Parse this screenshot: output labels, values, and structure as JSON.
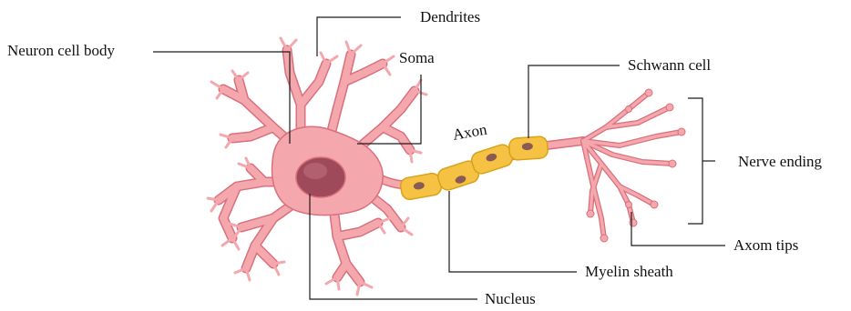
{
  "colors": {
    "neuron_fill": "#f4a7ad",
    "neuron_stroke": "#d9707c",
    "nucleus": "#9e4a5a",
    "nucleus_highlight": "#c0707d",
    "myelin_fill": "#f6c243",
    "myelin_stroke": "#d9a21c",
    "myelin_nucleus": "#8a5a55",
    "leader_line": "#1a1a1a"
  },
  "labels": {
    "neuron_cell_body": "Neuron cell body",
    "dendrites": "Dendrites",
    "soma": "Soma",
    "axon": "Axon",
    "schwann_cell": "Schwann cell",
    "nerve_ending": "Nerve ending",
    "axom_tips": "Axom tips",
    "myelin_sheath": "Myelin sheath",
    "nucleus": "Nucleus"
  }
}
